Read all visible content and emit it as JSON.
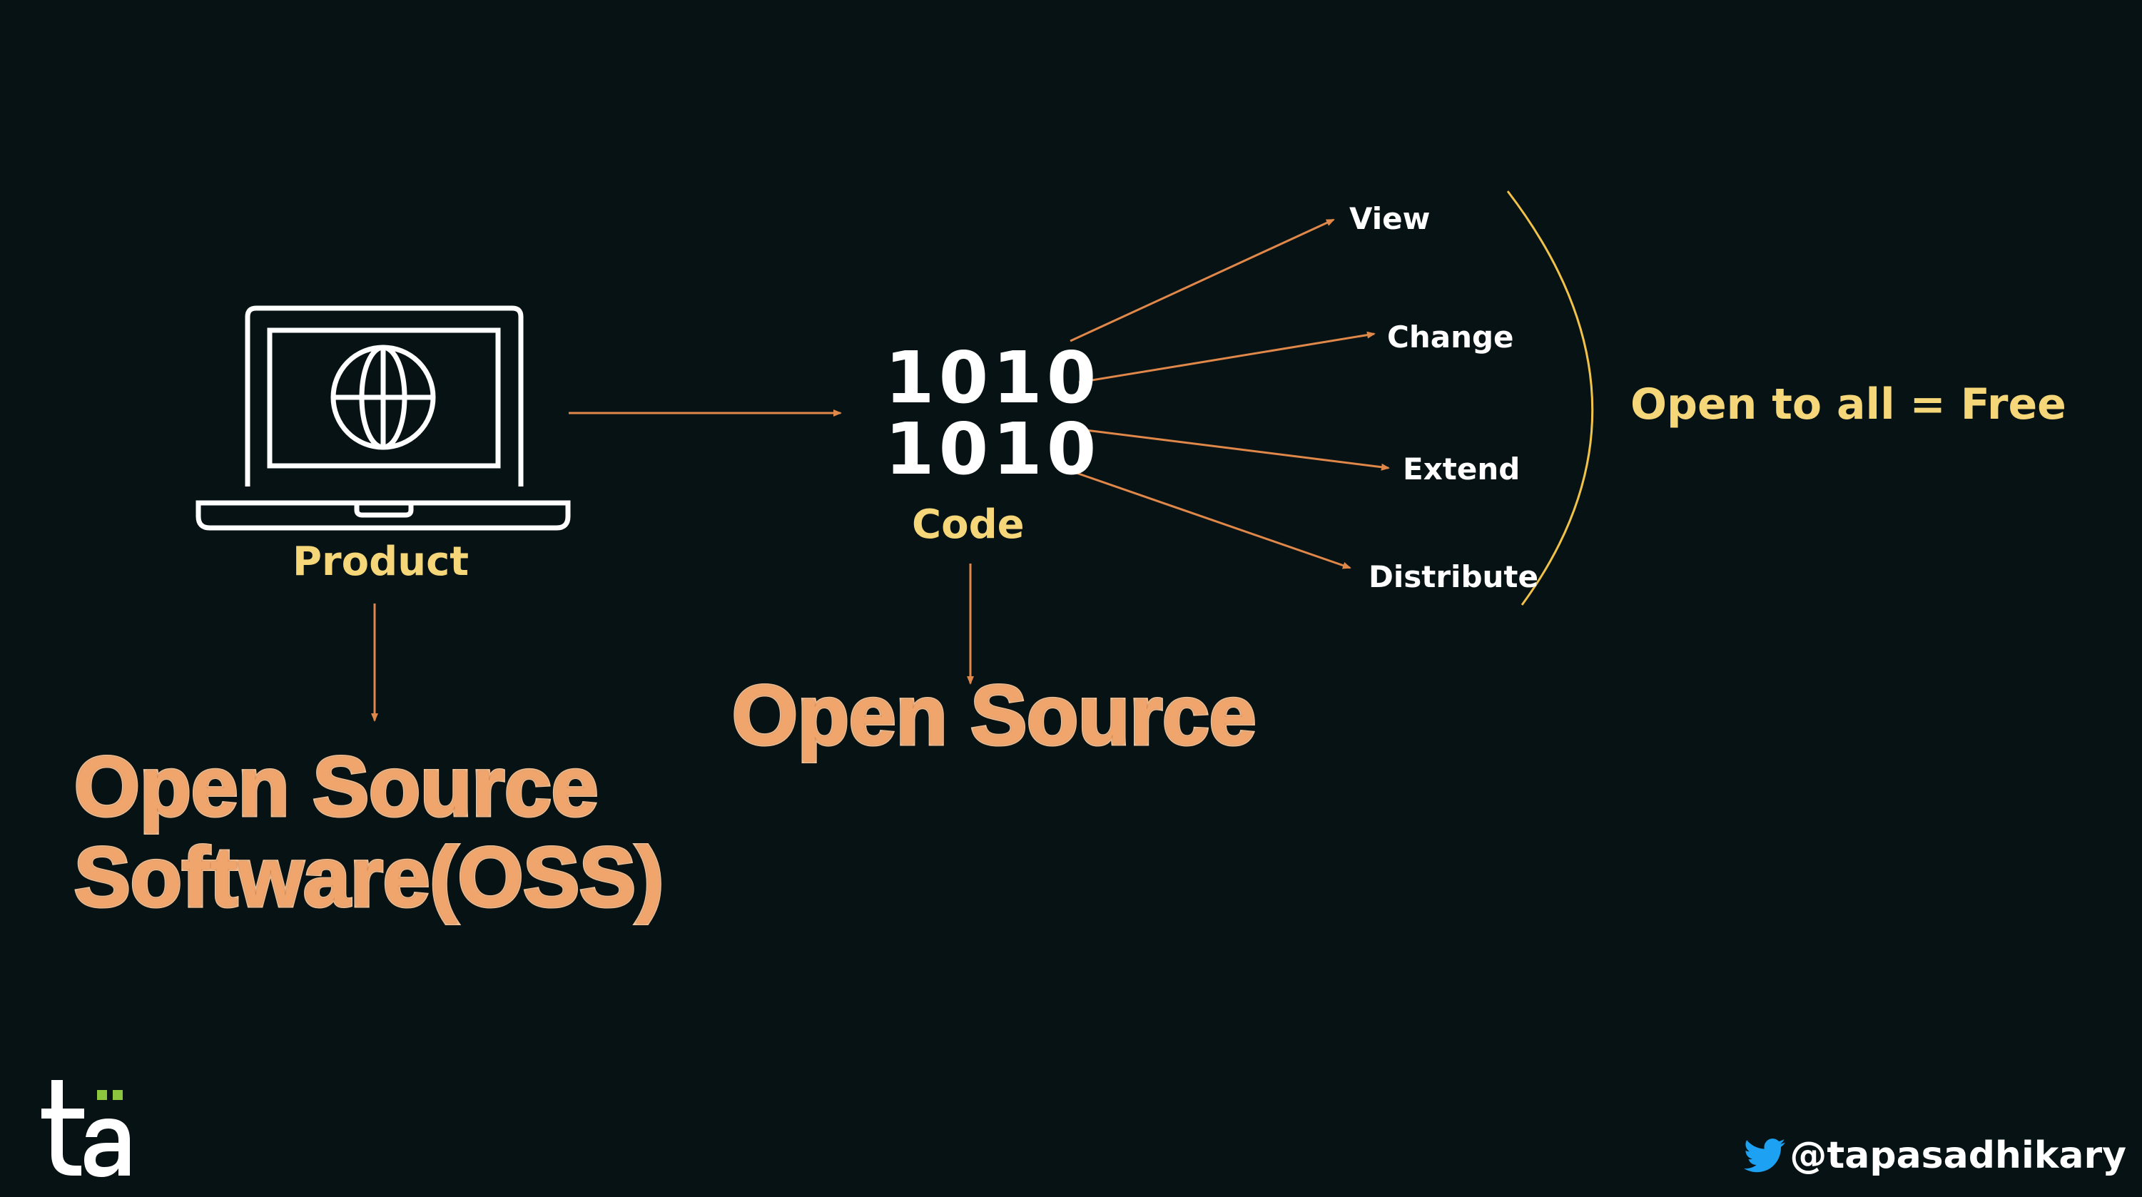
{
  "product": {
    "label": "Product"
  },
  "code": {
    "binary_lines": [
      "1010",
      "1010"
    ],
    "label": "Code"
  },
  "permissions": {
    "view": "View",
    "change": "Change",
    "extend": "Extend",
    "distribute": "Distribute"
  },
  "summary": "Open to all = Free",
  "titles": {
    "oss_line1": "Open Source",
    "oss_line2": "Software(OSS)",
    "open_source": "Open Source"
  },
  "footer": {
    "handle": "@tapasadhikary",
    "icon": "twitter-bird-icon",
    "logo_icon": "ta-logo-icon"
  },
  "colors": {
    "background": "#071214",
    "accent_yellow": "#f5d77a",
    "arrow_orange": "#e0874a",
    "title_orange": "#f0a56c",
    "logo_green": "#8cc63f",
    "twitter_blue": "#1da1f2"
  }
}
